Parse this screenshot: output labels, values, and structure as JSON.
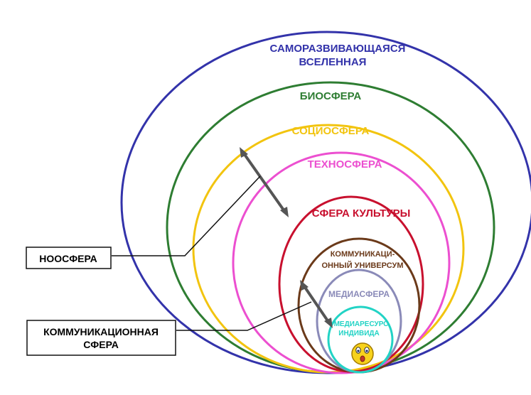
{
  "spheres": [
    {
      "id": "universe",
      "lines": [
        "САМОРАЗВИВАЮЩАЯСЯ",
        "ВСЕЛЕННАЯ"
      ],
      "color": "#3333aa"
    },
    {
      "id": "biosphere",
      "lines": [
        "БИОСФЕРА"
      ],
      "color": "#2e7d32"
    },
    {
      "id": "sociosphere",
      "lines": [
        "СОЦИОСФЕРА"
      ],
      "color": "#f2c40f"
    },
    {
      "id": "technosphere",
      "lines": [
        "ТЕХНОСФЕРА"
      ],
      "color": "#ec4fd0"
    },
    {
      "id": "culture",
      "lines": [
        "СФЕРА КУЛЬТУРЫ"
      ],
      "color": "#c8102e"
    },
    {
      "id": "commuverse",
      "lines": [
        "КОММУНИКАЦИ-",
        "ОННЫЙ УНИВЕРСУМ"
      ],
      "color": "#6b3a1a"
    },
    {
      "id": "mediasphere",
      "lines": [
        "МЕДИАСФЕРА"
      ],
      "color": "#8a8ab8"
    },
    {
      "id": "individual",
      "lines": [
        "МЕДИАРЕСУРС",
        "ИНДИВИДА"
      ],
      "color": "#22d3c5"
    }
  ],
  "callouts": {
    "noosphere": "НООСФЕРА",
    "communication": [
      "КОММУНИКАЦИОННАЯ",
      "СФЕРА"
    ]
  },
  "face_icon": "surprised-face-icon",
  "arrow_color": "#555555"
}
